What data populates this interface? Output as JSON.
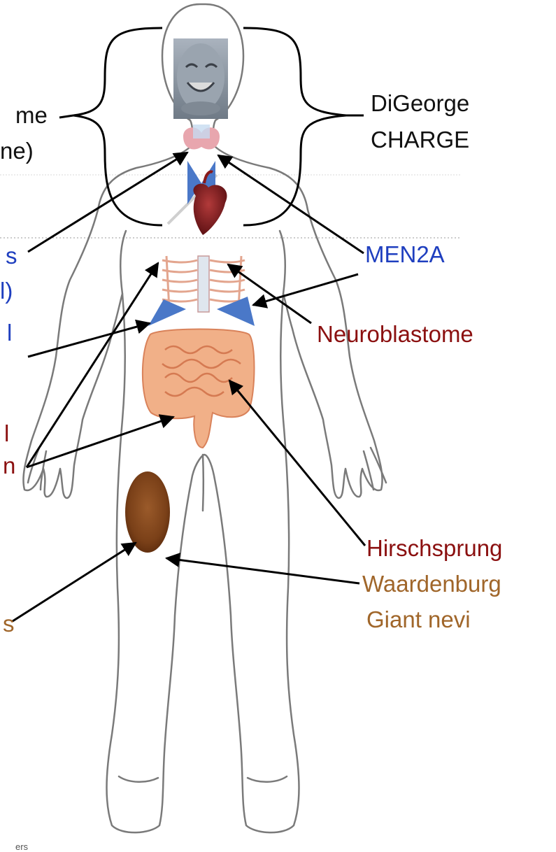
{
  "labels": {
    "left_top_1": "me",
    "left_top_2": "ne)",
    "digeorge": "DiGeorge",
    "charge": "CHARGE",
    "left_blue_1": "s",
    "left_blue_2": "l)",
    "men2a": "MEN2A",
    "left_blue_3": "l",
    "neuroblastome": "Neuroblastome",
    "left_red_1": "l",
    "left_red_2": "n",
    "hirschsprung": "Hirschsprung",
    "waardenburg": "Waardenburg",
    "giant_nevi": "Giant nevi",
    "left_brown_1": "s",
    "footer": "ers"
  },
  "colors": {
    "blue_text": "#1f3fbf",
    "dark_red_text": "#8b1010",
    "brown_text": "#a0662a",
    "outline": "#7a7a7a",
    "blue_triangle": "#4a78c8"
  },
  "icons": {
    "face": "smiling-face-icon",
    "heart": "heart-icon",
    "thyroid": "thyroid-icon",
    "spine": "sympathetic-chain-icon",
    "intestine": "intestine-icon",
    "nevus": "giant-nevus-icon"
  }
}
